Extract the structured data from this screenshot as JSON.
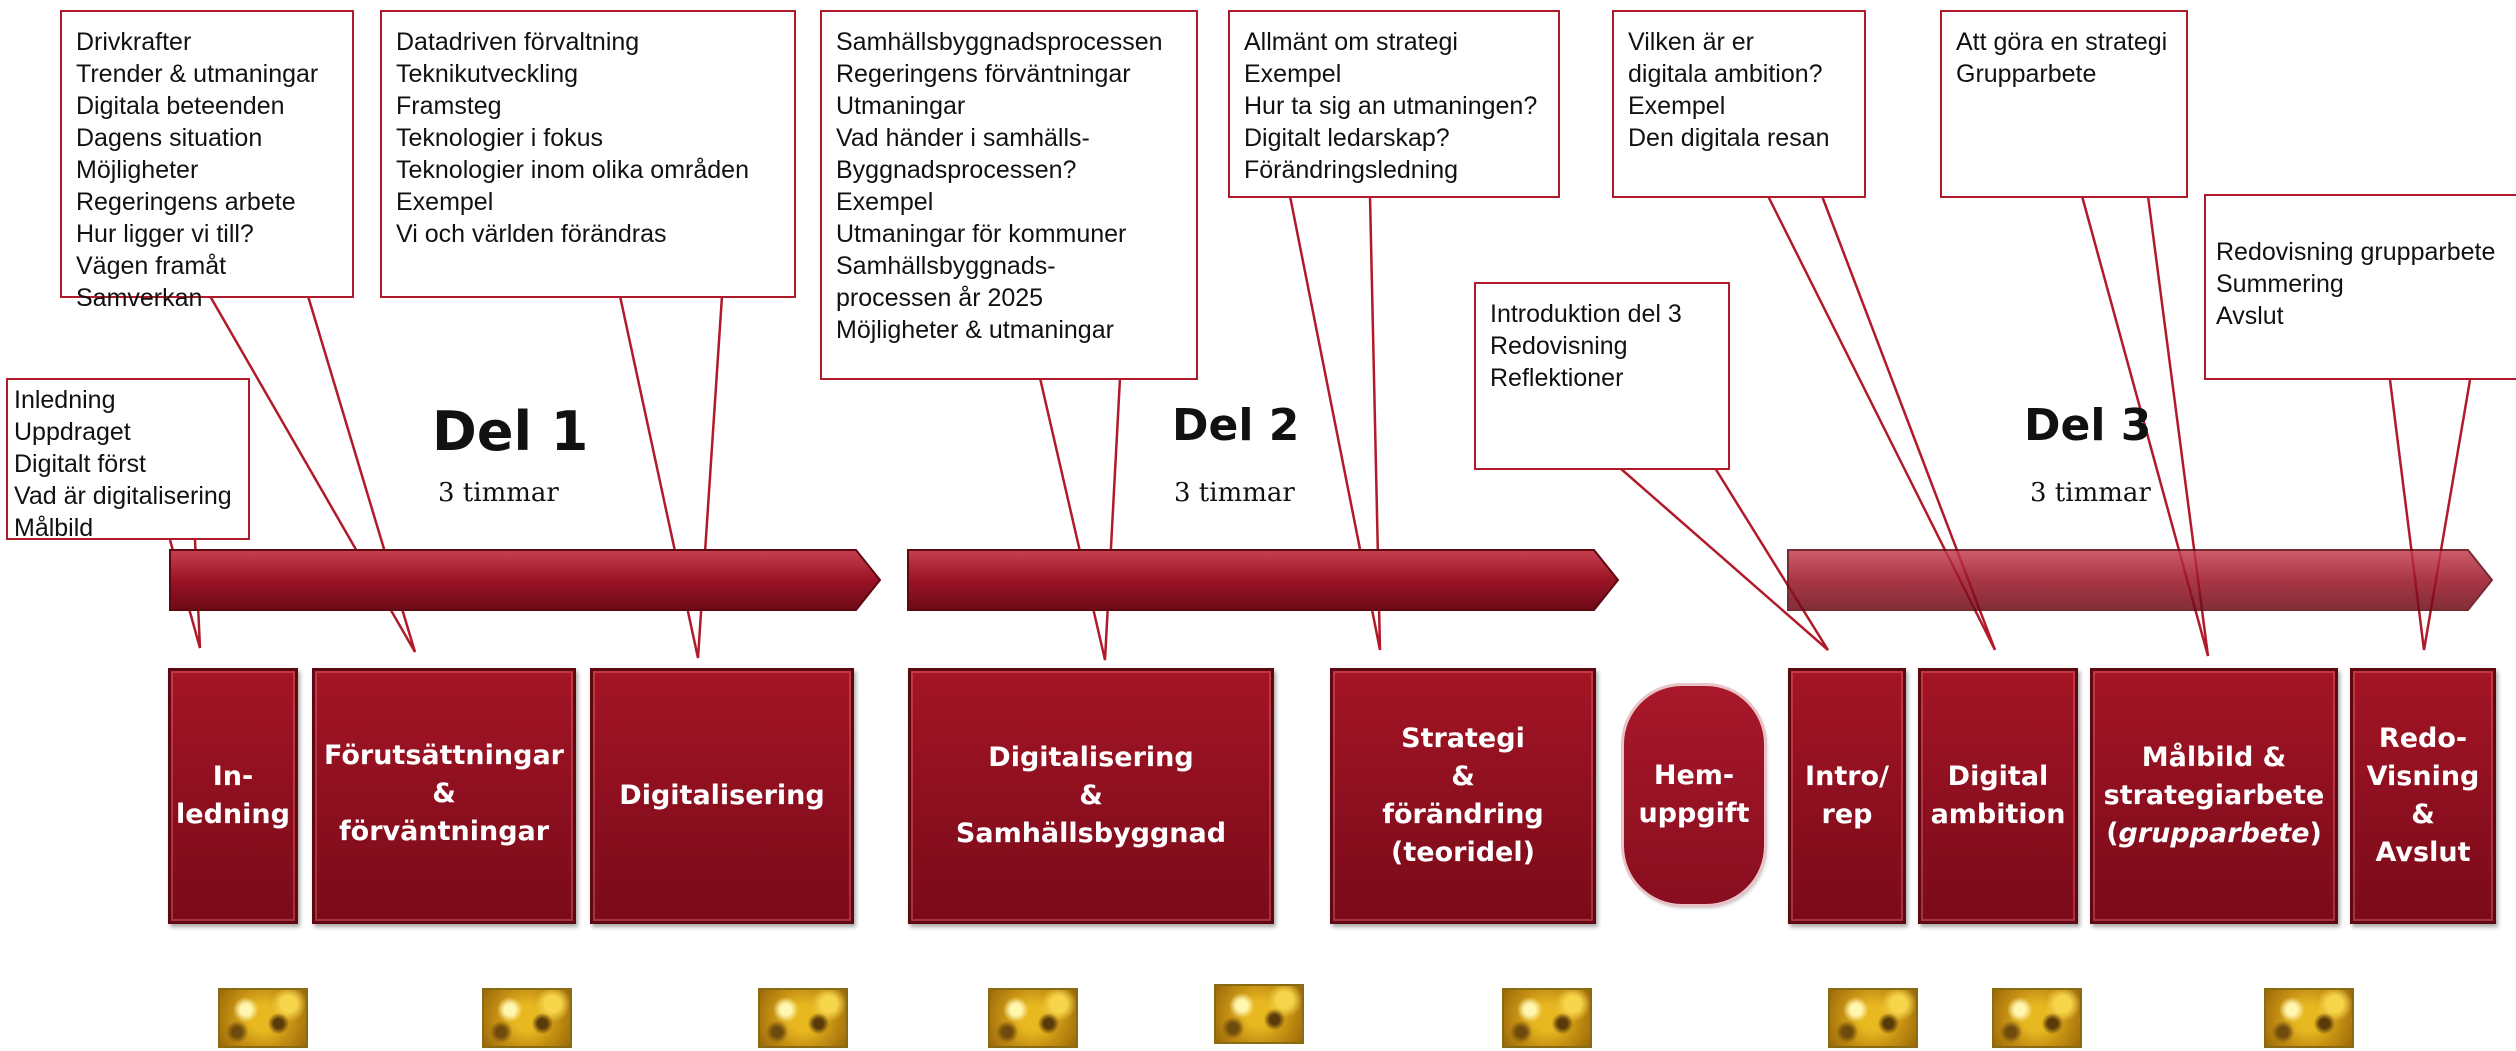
{
  "colors": {
    "accent": "#b11a2a",
    "block": "#8c0f1f"
  },
  "sections": [
    {
      "title": "Del 1",
      "duration": "3 timmar"
    },
    {
      "title": "Del 2",
      "duration": "3 timmar"
    },
    {
      "title": "Del 3",
      "duration": "3 timmar"
    }
  ],
  "callouts": {
    "inledning": [
      "Inledning",
      "Uppdraget",
      "Digitalt först",
      "Vad är digitalisering",
      "Målbild"
    ],
    "forutsattningar": [
      "Drivkrafter",
      "Trender & utmaningar",
      "Digitala beteenden",
      "Dagens situation",
      "Möjligheter",
      "Regeringens arbete",
      "Hur ligger vi till?",
      "Vägen framåt",
      "Samverkan"
    ],
    "digitalisering": [
      "Datadriven förvaltning",
      "Teknikutveckling",
      "Framsteg",
      "Teknologier i fokus",
      "Teknologier inom olika områden",
      "Exempel",
      "Vi och världen förändras"
    ],
    "samhallsbyggnad": [
      "Samhällsbyggnadsprocessen",
      "Regeringens förväntningar",
      "Utmaningar",
      "Vad händer i samhälls-",
      "Byggnadsprocessen?",
      "Exempel",
      "Utmaningar för kommuner",
      "Samhällsbyggnads-",
      "processen år 2025",
      "Möjligheter & utmaningar"
    ],
    "strategi": [
      "Allmänt om strategi",
      "Exempel",
      "Hur ta sig an utmaningen?",
      "Digitalt ledarskap?",
      "Förändringsledning"
    ],
    "introrep": [
      "Introduktion del 3",
      "Redovisning",
      "Reflektioner"
    ],
    "ambition": [
      "Vilken är er",
      "digitala ambition?",
      "Exempel",
      "Den digitala resan"
    ],
    "malbild": [
      "Att göra en strategi",
      "Grupparbete"
    ],
    "avslut": [
      "Redovisning grupparbete",
      "Summering",
      "Avslut"
    ]
  },
  "blocks": {
    "inledning": [
      "In-",
      "ledning"
    ],
    "forutsattningar": [
      "Förutsättningar &",
      "förväntningar"
    ],
    "digitalisering": [
      "Digitalisering"
    ],
    "samhallsbyggnad": [
      "Digitalisering",
      "&",
      "Samhällsbyggnad"
    ],
    "strategi": [
      "Strategi",
      "&",
      "förändring",
      "(teoridel)"
    ],
    "hemuppgift": [
      "Hem-",
      "uppgift"
    ],
    "introrep": [
      "Intro/",
      "rep"
    ],
    "ambition": [
      "Digital",
      "ambition"
    ],
    "malbild": [
      "Målbild &",
      "strategiarbete",
      "grupparbete"
    ],
    "avslut": [
      "Redo-",
      "Visning",
      "&",
      "Avslut"
    ]
  }
}
